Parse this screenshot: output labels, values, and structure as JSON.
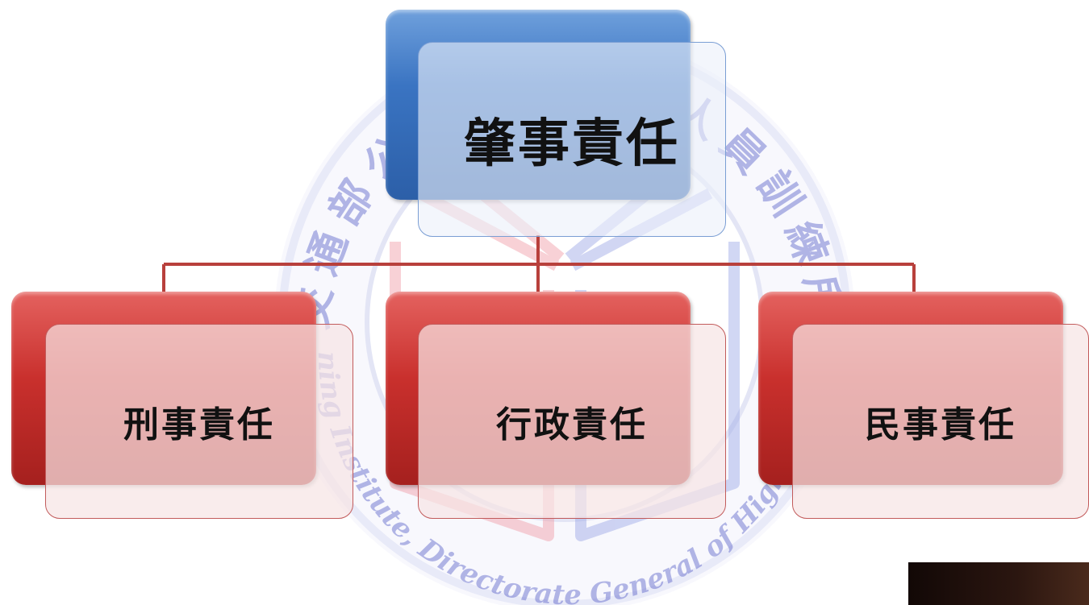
{
  "diagram": {
    "root": {
      "label": "肇事責任"
    },
    "children": [
      {
        "label": "刑事責任"
      },
      {
        "label": "行政責任"
      },
      {
        "label": "民事責任"
      }
    ]
  },
  "watermark": {
    "chinese_text": "交通部公路總局公路人員訓練所",
    "english_text": "Training Institute, Directorate General of Highways, MOTC"
  },
  "colors": {
    "root_accent": "#3a74c2",
    "child_accent": "#c9302d",
    "connector": "#b8403c",
    "watermark_blue": "#5b63c9"
  }
}
